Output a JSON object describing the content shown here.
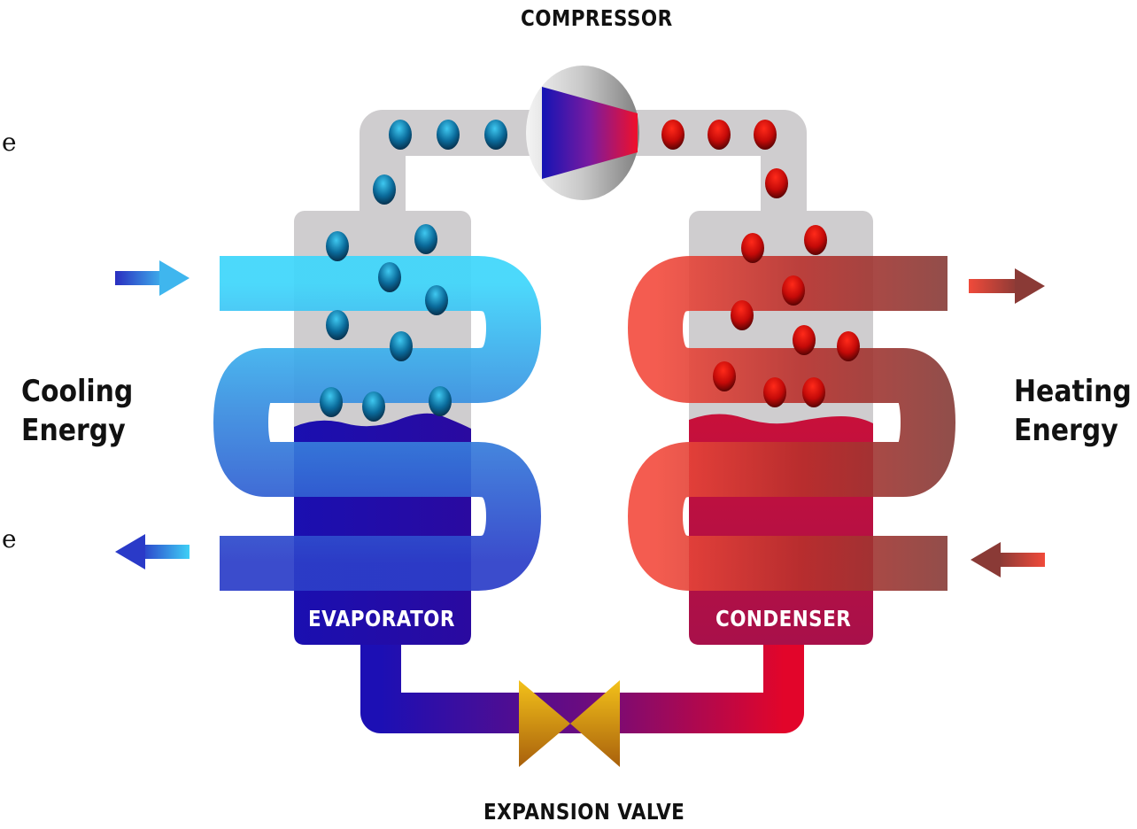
{
  "labels": {
    "compressor": "COMPRESSOR",
    "expansion_valve": "EXPANSION VALVE",
    "evaporator": "EVAPORATOR",
    "condenser": "CONDENSER",
    "cooling_line1": "Cooling",
    "cooling_line2": "Energy",
    "heating_line1": "Heating",
    "heating_line2": "Energy"
  },
  "edge_text": {
    "top": "e",
    "bottom": "e"
  },
  "colors": {
    "cold_light": "#3fd0f5",
    "cold_dark": "#1a10a8",
    "hot_light": "#f24a3a",
    "hot_dark": "#8c3a36",
    "refrigerant_hot": "#e8001e",
    "tank_grey": "#cfcdcf",
    "valve_gold": "#e8b020"
  }
}
